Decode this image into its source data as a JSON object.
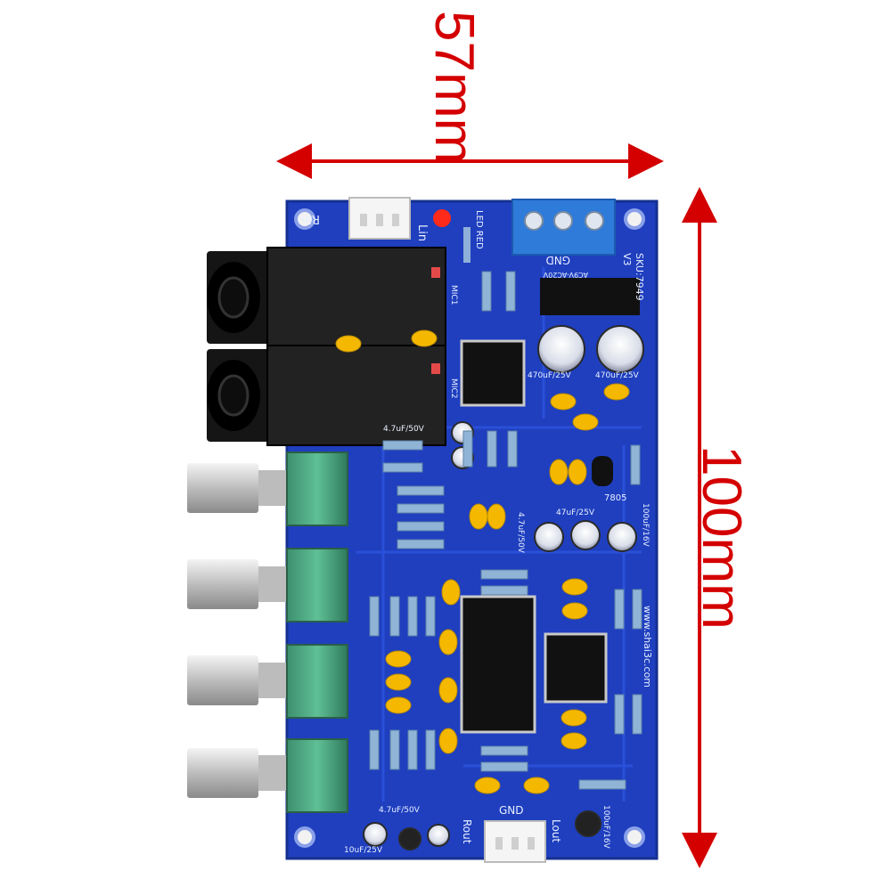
{
  "dimensions": {
    "width_label": "57mm",
    "height_label": "100mm",
    "arrow_color": "#d40000"
  },
  "board": {
    "pcb_color": "#1f3fbf",
    "silkscreen": {
      "rin": "Rin",
      "lin": "Lin",
      "rout": "Rout",
      "lout": "Lout",
      "gnd_top": "GND",
      "gnd_bottom": "GND",
      "led": "LED RED",
      "mic1": "MIC1",
      "mic2": "MIC2",
      "sku": "SKU:7949",
      "version": "V3",
      "power": "AC9V-AC20V",
      "reg": "7805",
      "url": "www.shai3c.com",
      "cap_470_a": "470uF/25V",
      "cap_470_b": "470uF/25V",
      "cap_47_a": "4.7uF/50V",
      "cap_47_b": "4.7uF/50V",
      "cap_47_c": "4.7uF/50V",
      "cap_47_d": "47uF/25V",
      "cap_100": "100uF/16V",
      "cap_100_b": "100uF/16V",
      "cap_10": "10uF/25V"
    }
  }
}
